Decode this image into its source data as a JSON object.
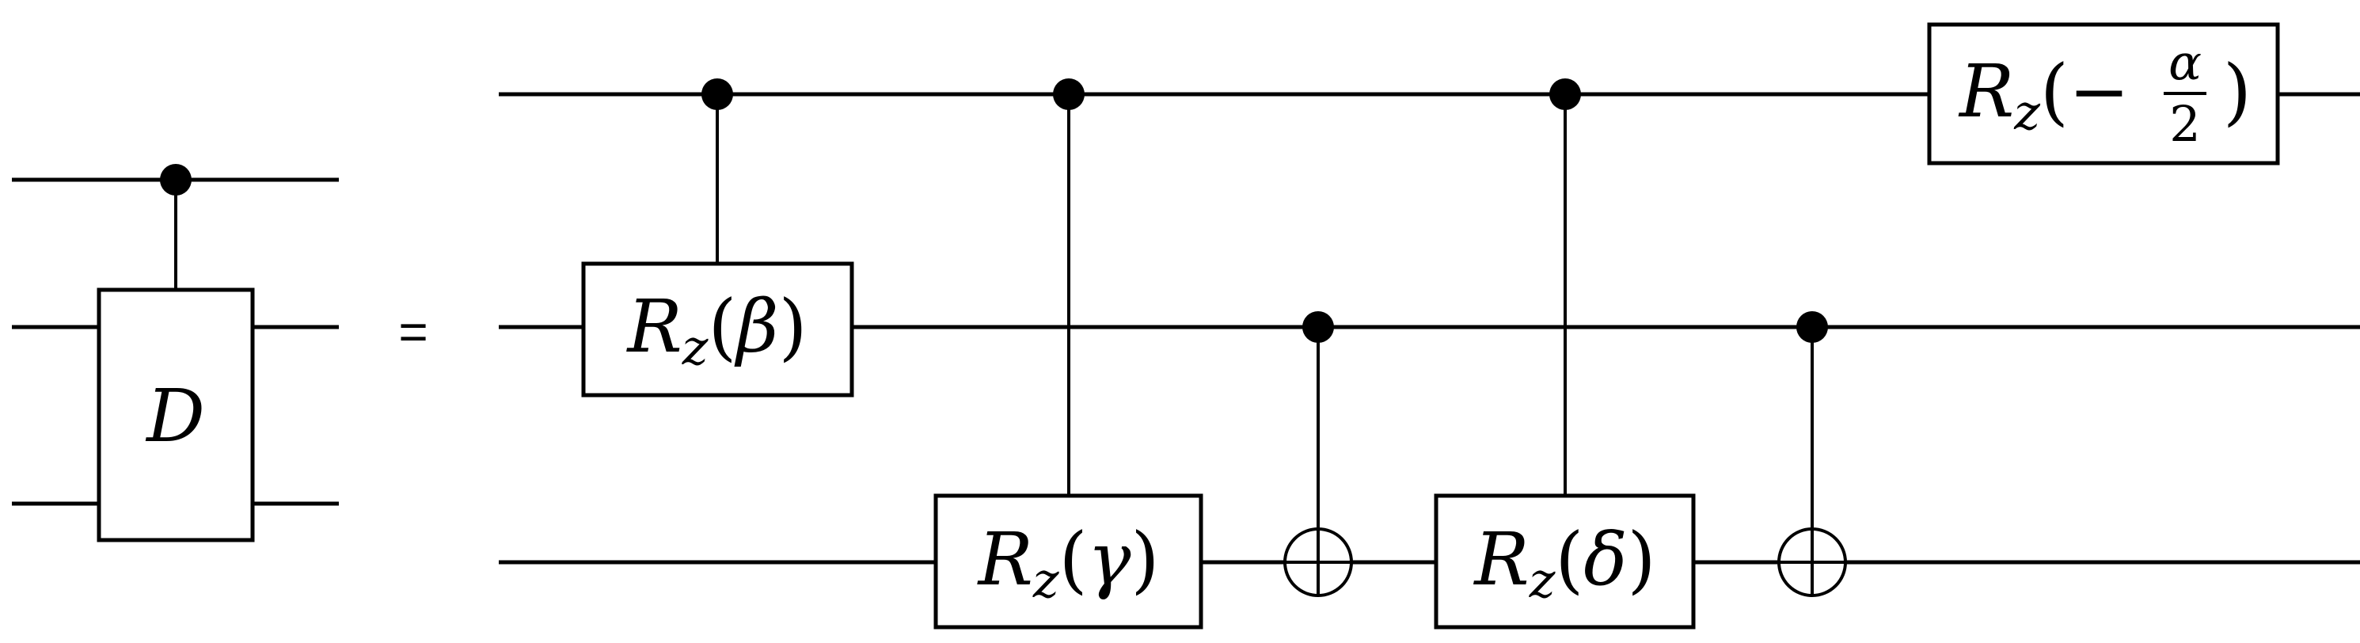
{
  "diagram": {
    "left_gate": {
      "label": "D",
      "num_qubits": 3,
      "control_qubit": 0,
      "target_qubits": [
        1,
        2
      ]
    },
    "equals_sign": "=",
    "right_circuit": {
      "num_qubits": 3,
      "operations": [
        {
          "type": "controlled-rotation",
          "control": 0,
          "target": 1,
          "op": "R",
          "subscript": "z",
          "arg": "β"
        },
        {
          "type": "controlled-rotation",
          "control": 0,
          "target": 2,
          "op": "R",
          "subscript": "z",
          "arg": "γ"
        },
        {
          "type": "cnot",
          "control": 1,
          "target": 2
        },
        {
          "type": "controlled-rotation",
          "control": 0,
          "target": 2,
          "op": "R",
          "subscript": "z",
          "arg": "δ"
        },
        {
          "type": "cnot",
          "control": 1,
          "target": 2
        },
        {
          "type": "rotation",
          "target": 0,
          "op": "R",
          "subscript": "z",
          "sign": "−",
          "numerator": "α",
          "denominator": "2"
        }
      ]
    }
  }
}
